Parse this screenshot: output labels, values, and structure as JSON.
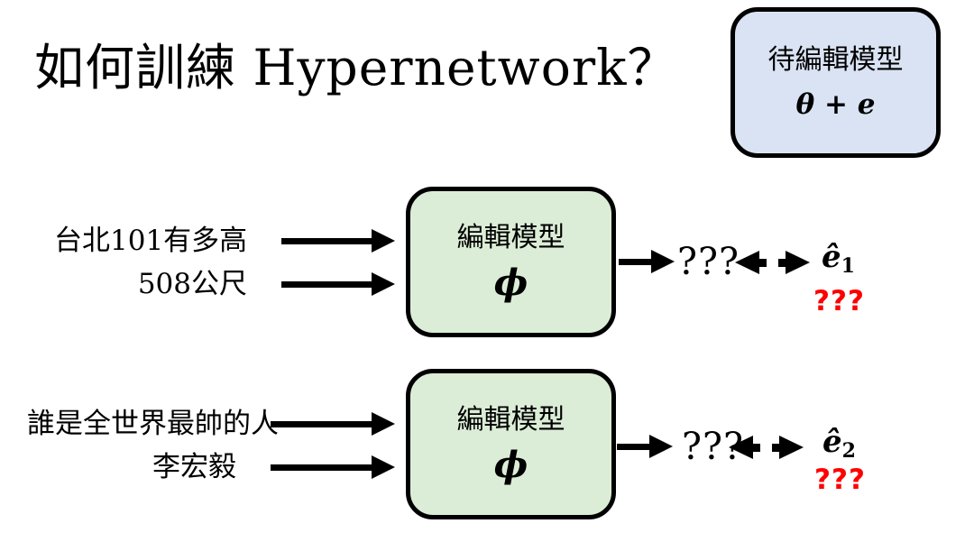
{
  "title": "如何訓練 Hypernetwork？",
  "pending_model_box": {
    "label": "待編輯模型",
    "formula": "θ + e"
  },
  "edit_rows": [
    {
      "input_top": "台北101有多高",
      "input_bottom": "508公尺",
      "box_label": "編輯模型",
      "box_symbol": "ϕ",
      "prediction": "???",
      "target_base": "ê",
      "target_sub": "1",
      "loss": "???"
    },
    {
      "input_top": "誰是全世界最帥的人",
      "input_bottom": "李宏毅",
      "box_label": "編輯模型",
      "box_symbol": "ϕ",
      "prediction": "???",
      "target_base": "ê",
      "target_sub": "2",
      "loss": "???"
    }
  ],
  "colors": {
    "pending_box_fill": "#dae3f3",
    "edit_box_fill": "#dcedd7",
    "box_border": "#000000",
    "arrow": "#000000",
    "loss_text": "#fe0000"
  }
}
